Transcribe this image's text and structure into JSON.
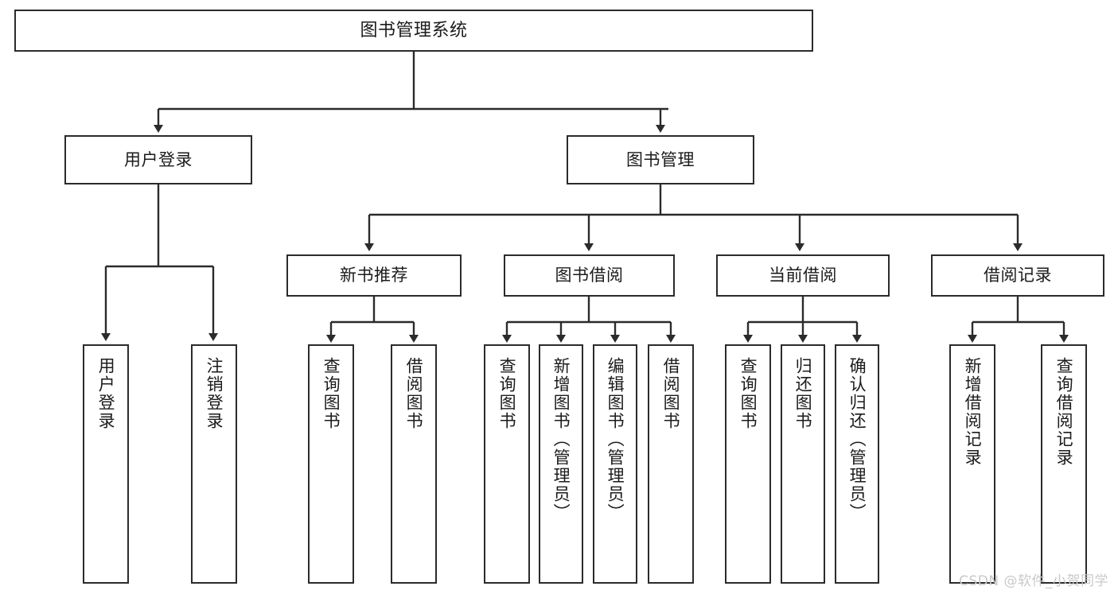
{
  "diagram": {
    "title": "图书管理系统",
    "type": "functional-structure-tree",
    "watermark": "CSDN @软件_小贺同学",
    "colors": {
      "box_border": "#2b2b2b",
      "box_fill": "#ffffff",
      "edge": "#2b2b2b",
      "text": "#1b1b1b",
      "watermark": "#c9c9c9"
    },
    "nodes": {
      "root": {
        "label": "图书管理系统"
      },
      "level1": [
        {
          "id": "user-login",
          "label": "用户登录"
        },
        {
          "id": "book-manage",
          "label": "图书管理"
        }
      ],
      "level2": [
        {
          "id": "new-book-recommend",
          "label": "新书推荐"
        },
        {
          "id": "book-borrow",
          "label": "图书借阅"
        },
        {
          "id": "current-borrow",
          "label": "当前借阅"
        },
        {
          "id": "borrow-record",
          "label": "借阅记录"
        }
      ],
      "leaves": {
        "user_login": [
          {
            "id": "leaf-user-login",
            "label": "用户登录"
          },
          {
            "id": "leaf-logout",
            "label": "注销登录"
          }
        ],
        "new_book_recommend": [
          {
            "id": "leaf-query-book-1",
            "label": "查询图书"
          },
          {
            "id": "leaf-borrow-book-1",
            "label": "借阅图书"
          }
        ],
        "book_borrow": [
          {
            "id": "leaf-query-book-2",
            "label": "查询图书"
          },
          {
            "id": "leaf-add-book",
            "label": "新增图书（管理员）"
          },
          {
            "id": "leaf-edit-book",
            "label": "编辑图书（管理员）"
          },
          {
            "id": "leaf-borrow-book-2",
            "label": "借阅图书"
          }
        ],
        "current_borrow": [
          {
            "id": "leaf-query-book-3",
            "label": "查询图书"
          },
          {
            "id": "leaf-return-book",
            "label": "归还图书"
          },
          {
            "id": "leaf-confirm-return",
            "label": "确认归还（管理员）"
          }
        ],
        "borrow_record": [
          {
            "id": "leaf-add-record",
            "label": "新增借阅记录"
          },
          {
            "id": "leaf-query-record",
            "label": "查询借阅记录"
          }
        ]
      }
    }
  }
}
